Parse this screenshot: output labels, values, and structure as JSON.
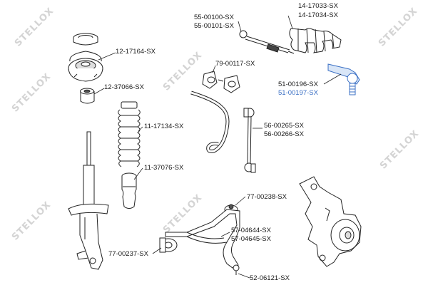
{
  "watermark": {
    "text": "STELLOX"
  },
  "labels": {
    "l55_00100": "55-00100-SX",
    "l55_00101": "55-00101-SX",
    "l14_17033": "14-17033-SX",
    "l14_17034": "14-17034-SX",
    "l12_17164": "12-17164-SX",
    "l79_00117": "79-00117-SX",
    "l12_37066": "12-37066-SX",
    "l51_00196": "51-00196-SX",
    "l51_00197": "51-00197-SX",
    "l11_17134": "11-17134-SX",
    "l56_00265": "56-00265-SX",
    "l56_00266": "56-00266-SX",
    "l11_37076": "11-37076-SX",
    "l77_00238": "77-00238-SX",
    "l57_04644": "57-04644-SX",
    "l57_04645": "57-04645-SX",
    "l77_00237": "77-00237-SX",
    "l52_06121": "52-06121-SX"
  },
  "colors": {
    "highlight": "#3a6fc4",
    "line": "#222222",
    "watermark": "#d4d4d4"
  }
}
